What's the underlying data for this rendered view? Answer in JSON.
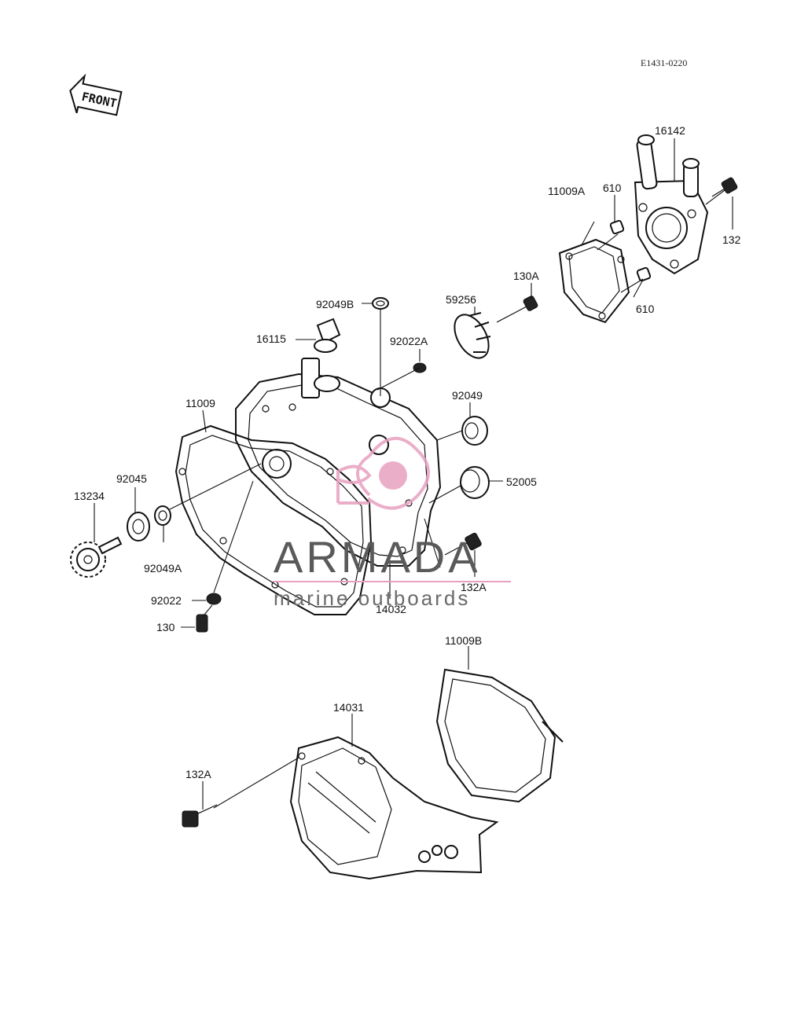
{
  "diagram_code": "E1431-0220",
  "front_label": "FRONT",
  "watermark": {
    "brand": "ARMADA",
    "tagline": "marine outboards",
    "accent_color": "#e8a0c0"
  },
  "parts": [
    {
      "label": "16142"
    },
    {
      "label": "610"
    },
    {
      "label": "11009A"
    },
    {
      "label": "132"
    },
    {
      "label": "610"
    },
    {
      "label": "130A"
    },
    {
      "label": "92049B"
    },
    {
      "label": "59256"
    },
    {
      "label": "16115"
    },
    {
      "label": "92022A"
    },
    {
      "label": "11009"
    },
    {
      "label": "92049"
    },
    {
      "label": "52005"
    },
    {
      "label": "92045"
    },
    {
      "label": "13234"
    },
    {
      "label": "92049A"
    },
    {
      "label": "132A"
    },
    {
      "label": "92022"
    },
    {
      "label": "14032"
    },
    {
      "label": "130"
    },
    {
      "label": "11009B"
    },
    {
      "label": "14031"
    },
    {
      "label": "132A"
    }
  ]
}
